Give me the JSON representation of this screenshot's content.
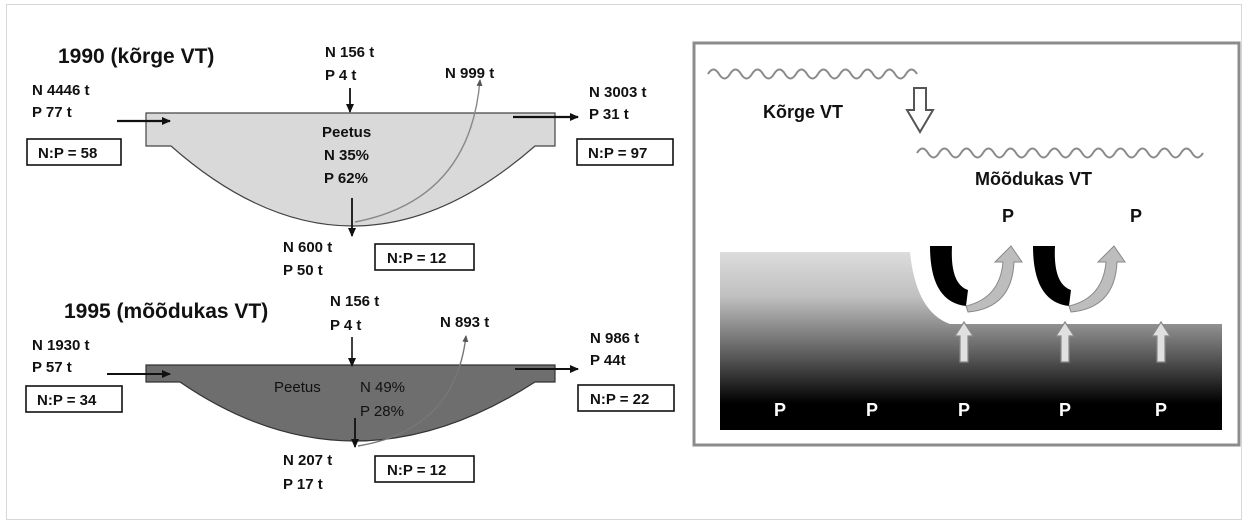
{
  "panel_1990": {
    "title": "1990 (kõrge VT)",
    "inflow": {
      "n": "N 4446 t",
      "p": "P 77 t",
      "ratio": "N:P = 58"
    },
    "atmospheric": {
      "n": "N 156 t",
      "p": "P 4 t"
    },
    "denitrification": {
      "n": "N 999 t"
    },
    "outflow": {
      "n": "N 3003 t",
      "p": "P 31 t",
      "ratio": "N:P = 97"
    },
    "retention": {
      "label": "Peetus",
      "n": "N 35%",
      "p": "P 62%"
    },
    "sediment": {
      "n": "N 600 t",
      "p": "P 50 t",
      "ratio": "N:P = 12"
    }
  },
  "panel_1995": {
    "title": "1995 (mõõdukas VT)",
    "inflow": {
      "n": "N 1930 t",
      "p": "P 57 t",
      "ratio": "N:P = 34"
    },
    "atmospheric": {
      "n": "N 156 t",
      "p": "P 4 t"
    },
    "denitrification": {
      "n": "N 893 t"
    },
    "outflow": {
      "n": "N 986 t",
      "p": "P 44t",
      "ratio": "N:P = 22"
    },
    "retention": {
      "label": "Peetus",
      "n": "N 49%",
      "p": "P 28%"
    },
    "sediment": {
      "n": "N 207 t",
      "p": "P 17 t",
      "ratio": "N:P = 12"
    }
  },
  "schematic": {
    "high_level": "Kõrge VT",
    "moderate_level": "Mõõdukas VT",
    "release_labels": [
      "P",
      "P"
    ],
    "sediment_labels": [
      "P",
      "P",
      "P",
      "P",
      "P"
    ]
  },
  "colors": {
    "basin_1990": "#d9d9d9",
    "basin_1995": "#6e6e6e",
    "sediment_light": "#dcdcdc",
    "sediment_dark": "#000000",
    "wave": "#8a8a8a"
  }
}
